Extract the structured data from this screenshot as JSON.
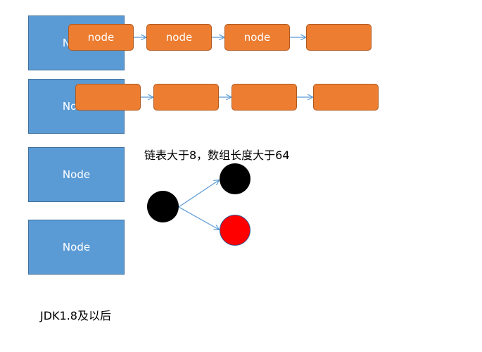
{
  "array": [
    {
      "label": "Node"
    },
    {
      "label": "Node"
    },
    {
      "label": "Node"
    },
    {
      "label": "Node"
    }
  ],
  "list_row_1": [
    {
      "label": "node"
    },
    {
      "label": "node"
    },
    {
      "label": "node"
    },
    {
      "label": ""
    }
  ],
  "list_row_2": [
    {
      "label": ""
    },
    {
      "label": ""
    },
    {
      "label": ""
    },
    {
      "label": ""
    }
  ],
  "tree_caption": "链表大于8，数组长度大于64",
  "version_caption": "JDK1.8及以后",
  "colors": {
    "array_fill": "#5b9bd5",
    "list_fill": "#ed7d31",
    "black_node": "#000000",
    "red_node": "#ff0000",
    "arrow": "#5b9bd5"
  }
}
